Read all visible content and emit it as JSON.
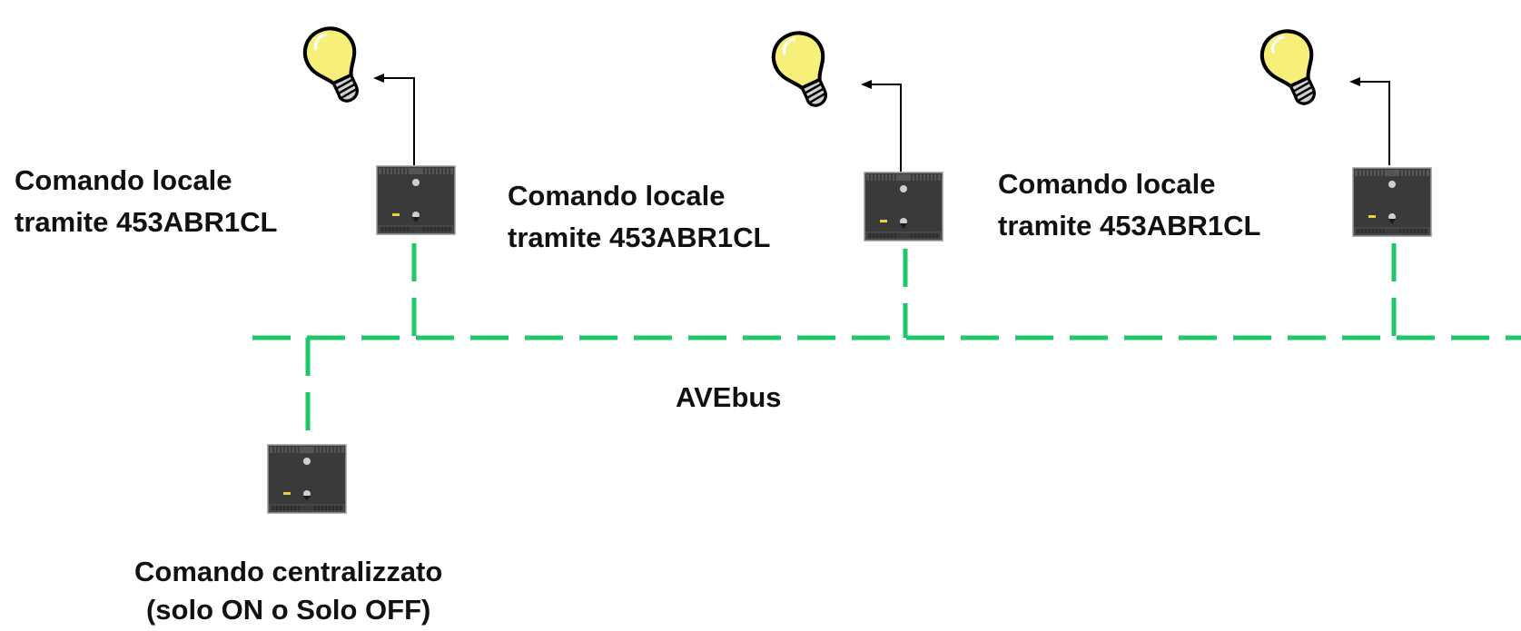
{
  "labels": {
    "local_line1": "Comando  locale",
    "local_line2": "tramite 453ABR1CL",
    "bus": "AVEbus",
    "central_line1": "Comando centralizzato",
    "central_line2": "(solo ON o Solo OFF)"
  },
  "colors": {
    "bus_line": "#1ec86a",
    "arrow": "#000000",
    "bulb_glass": "#f6f07a",
    "device_body": "#3a3a3a",
    "text": "#111111"
  },
  "icons": {
    "bulb": "light-bulb-icon",
    "device": "453ABR1CL-module-icon"
  }
}
